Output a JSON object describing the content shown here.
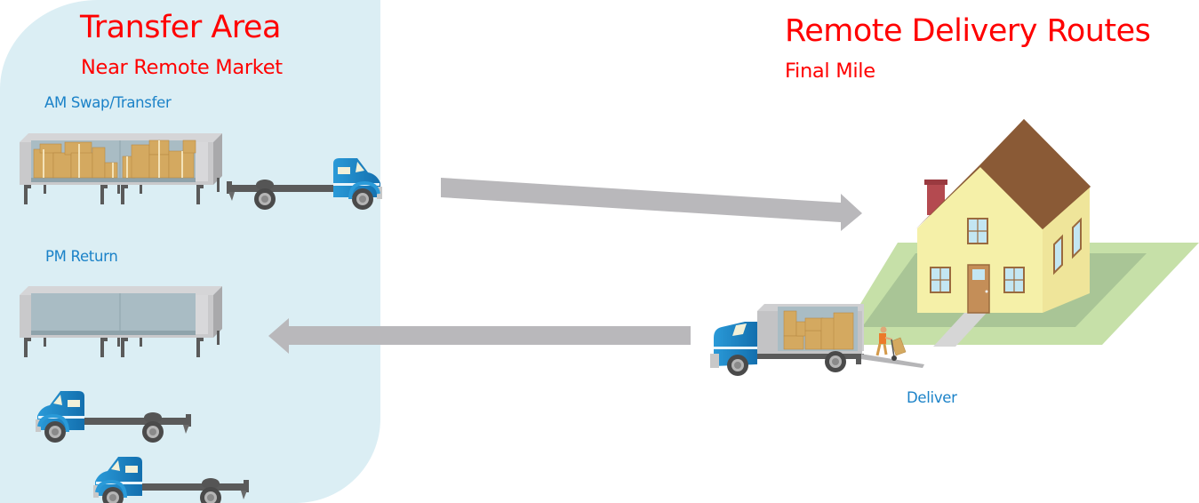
{
  "transfer_area": {
    "title": "Transfer Area",
    "subtitle": "Near Remote Market",
    "am_label": "AM Swap/Transfer",
    "pm_label": "PM Return"
  },
  "remote_delivery": {
    "title": "Remote Delivery Routes",
    "subtitle": "Final Mile",
    "deliver_label": "Deliver"
  },
  "colors": {
    "title_red": "#ff0000",
    "label_blue": "#1b82c8",
    "panel_bg": "#dbeef4",
    "arrow_gray": "#b9b8bb",
    "truck_blue": "#1f8ccc",
    "roof_brown": "#8a5a36",
    "wall_yellow": "#f5f0a8",
    "lawn_green": "#c6e0a8"
  },
  "icons": {
    "loaded_trailer": "trailer-loaded-icon",
    "empty_trailer": "trailer-empty-icon",
    "truck_tractor": "truck-icon",
    "house": "house-icon",
    "delivery_truck": "delivery-truck-icon",
    "worker": "worker-dolly-icon",
    "arrow_right": "arrow-right-icon",
    "arrow_left": "arrow-left-icon"
  }
}
